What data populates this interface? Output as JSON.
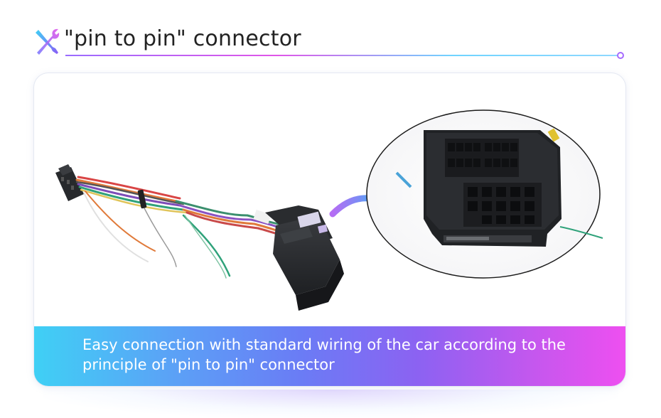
{
  "header": {
    "title": "\"pin to pin\" connector",
    "icon": "tools-icon"
  },
  "product_image": {
    "subject": "wiring-harness-with-connector",
    "zoom_callout": "connector-face-closeup"
  },
  "caption": {
    "text": "Easy connection with standard wiring of the car according to the principle of \"pin to pin\" connector"
  },
  "colors": {
    "accent_start": "#3fd0f5",
    "accent_mid": "#8c62f2",
    "accent_end": "#ee4ff0",
    "title_text": "#222222"
  }
}
